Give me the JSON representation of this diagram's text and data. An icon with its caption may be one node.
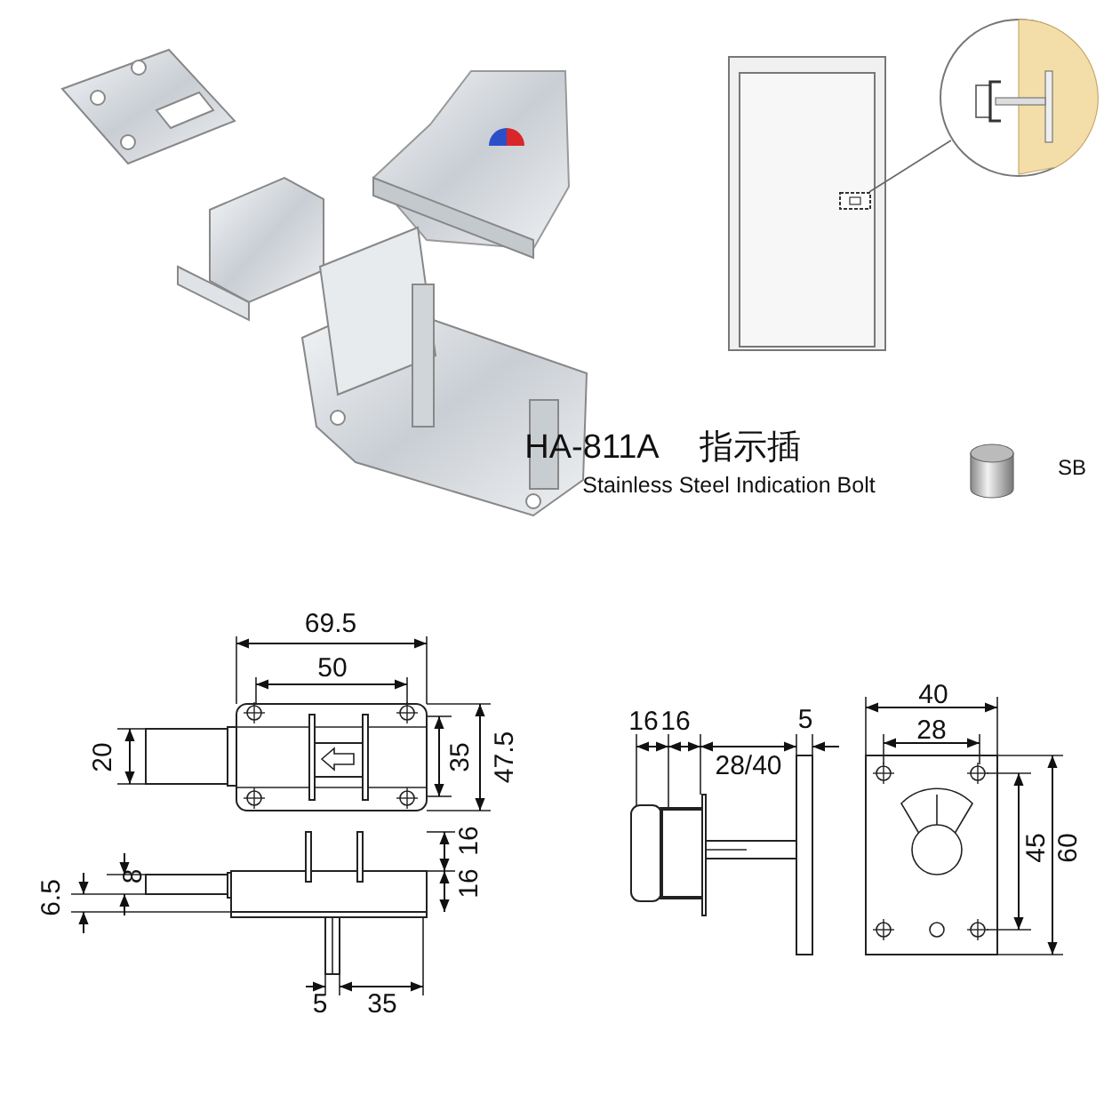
{
  "diagram": {
    "nodes": [
      {
        "text": [],
        "shape": "box"
      },
      {
        "text": [],
        "shape": "circle"
      }
    ],
    "edges": [
      {
        "from": 0,
        "to": 1,
        "arrow": "none"
      }
    ],
    "labels": [
      "HA-811A",
      "指示插",
      "Stainless Steel Indication Bolt",
      "SB",
      "69.5",
      "50",
      "20",
      "35",
      "47.5",
      "6.5",
      "8",
      "16",
      "16",
      "5",
      "35",
      "16",
      "16",
      "28/40",
      "5",
      "40",
      "28",
      "45",
      "60"
    ]
  }
}
